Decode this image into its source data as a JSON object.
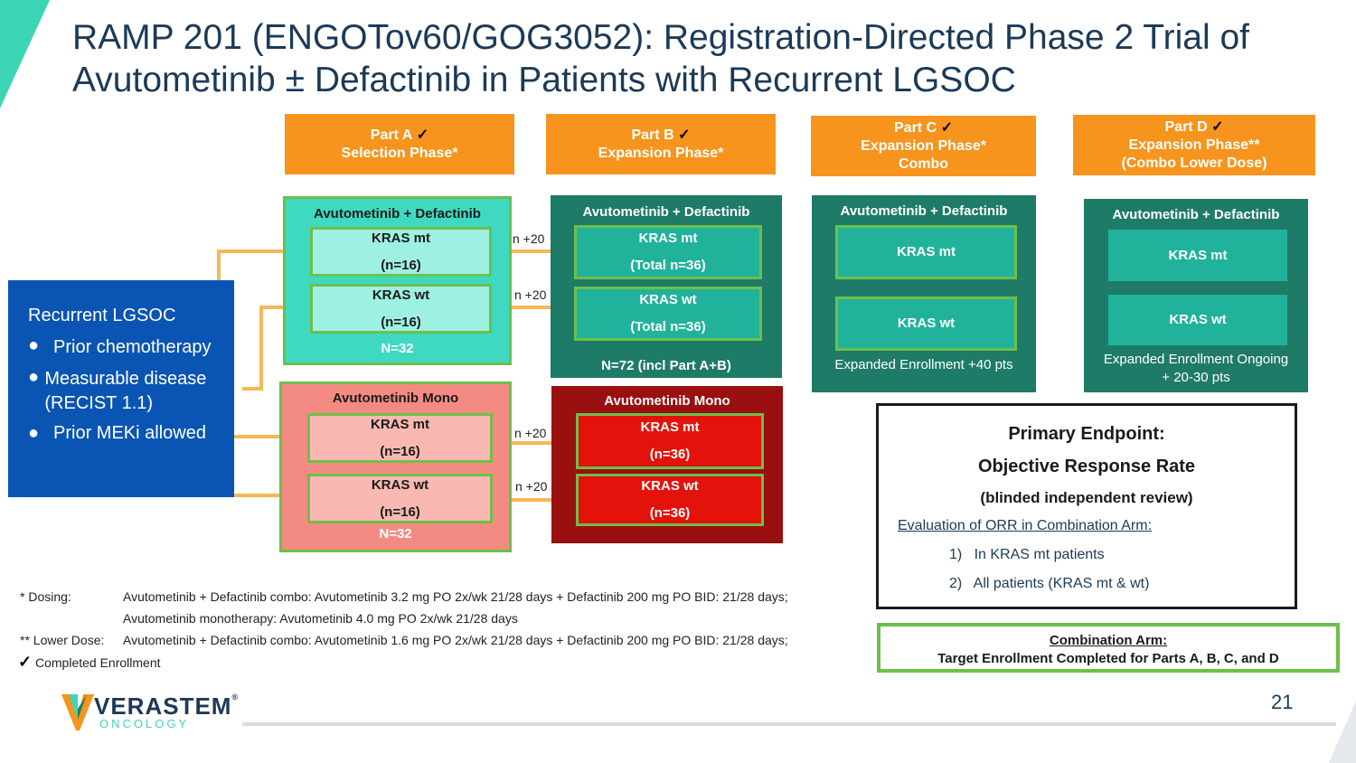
{
  "title_line1": "RAMP 201 (ENGOTov60/GOG3052): Registration-Directed Phase 2 Trial of",
  "title_line2": "Avutometinib ± Defactinib in Patients with Recurrent LGSOC",
  "check_mark": "✓",
  "parts": [
    {
      "line1": "Part A",
      "line2": "Selection Phase*",
      "line3": ""
    },
    {
      "line1": "Part B",
      "line2": "Expansion Phase*",
      "line3": ""
    },
    {
      "line1": "Part C",
      "line2": "Expansion Phase*",
      "line3": "Combo"
    },
    {
      "line1": "Part D",
      "line2": "Expansion Phase**",
      "line3": "(Combo Lower Dose)"
    }
  ],
  "population": {
    "title": "Recurrent LGSOC",
    "bullets": [
      "Prior chemotherapy",
      "Measurable disease (RECIST 1.1)",
      "Prior MEKi allowed"
    ]
  },
  "partA_combo": {
    "label": "Avutometinib + Defactinib",
    "mt": "KRAS mt",
    "mt_n": "(n=16)",
    "wt": "KRAS wt",
    "wt_n": "(n=16)",
    "total": "N=32"
  },
  "partA_mono": {
    "label": "Avutometinib Mono",
    "mt": "KRAS mt",
    "mt_n": "(n=16)",
    "wt": "KRAS wt",
    "wt_n": "(n=16)",
    "total": "N=32"
  },
  "partB_combo": {
    "label": "Avutometinib + Defactinib",
    "mt": "KRAS mt",
    "mt_n": "(Total n=36)",
    "wt": "KRAS wt",
    "wt_n": "(Total n=36)",
    "total": "N=72 (incl Part A+B)"
  },
  "partB_mono": {
    "label": "Avutometinib Mono",
    "mt": "KRAS mt",
    "mt_n": "(n=36)",
    "wt": "KRAS wt",
    "wt_n": "(n=36)"
  },
  "partC": {
    "label": "Avutometinib + Defactinib",
    "mt": "KRAS mt",
    "wt": "KRAS wt",
    "note": "Expanded Enrollment +40 pts"
  },
  "partD": {
    "label": "Avutometinib + Defactinib",
    "mt": "KRAS mt",
    "wt": "KRAS wt",
    "note1": "Expanded Enrollment Ongoing",
    "note2": "+ 20-30 pts"
  },
  "n20": "n +20",
  "endpoint": {
    "line1": "Primary Endpoint:",
    "line2": "Objective Response Rate",
    "line3": "(blinded independent review)",
    "eval": "Evaluation of ORR in Combination Arm:",
    "items": [
      "1)   In KRAS mt patients",
      "2)   All patients (KRAS mt & wt)"
    ]
  },
  "combo_arm": {
    "title": "Combination Arm:",
    "text": "Target Enrollment Completed for Parts A, B, C, and D"
  },
  "footnotes": {
    "dosing_label": "* Dosing:",
    "dosing_1": "Avutometinib + Defactinib combo: Avutometinib 3.2 mg PO 2x/wk 21/28 days + Defactinib 200 mg PO BID: 21/28 days;",
    "dosing_2": "Avutometinib monotherapy: Avutometinib 4.0 mg PO 2x/wk 21/28 days",
    "lower_label": "** Lower Dose:",
    "lower_1": "Avutometinib + Defactinib combo: Avutometinib 1.6 mg PO 2x/wk 21/28 days + Defactinib 200 mg PO BID: 21/28 days;",
    "completed": "Completed Enrollment"
  },
  "logo": {
    "name": "VERASTEM",
    "sub": "ONCOLOGY",
    "tm": "®"
  },
  "page_number": "21",
  "colors": {
    "orange": "#f7941d",
    "navy": "#1b3a57",
    "teal": "#1e7b67",
    "green_border": "#6cc04a",
    "blue": "#0a55b3",
    "dark_red": "#9a0f0f"
  }
}
